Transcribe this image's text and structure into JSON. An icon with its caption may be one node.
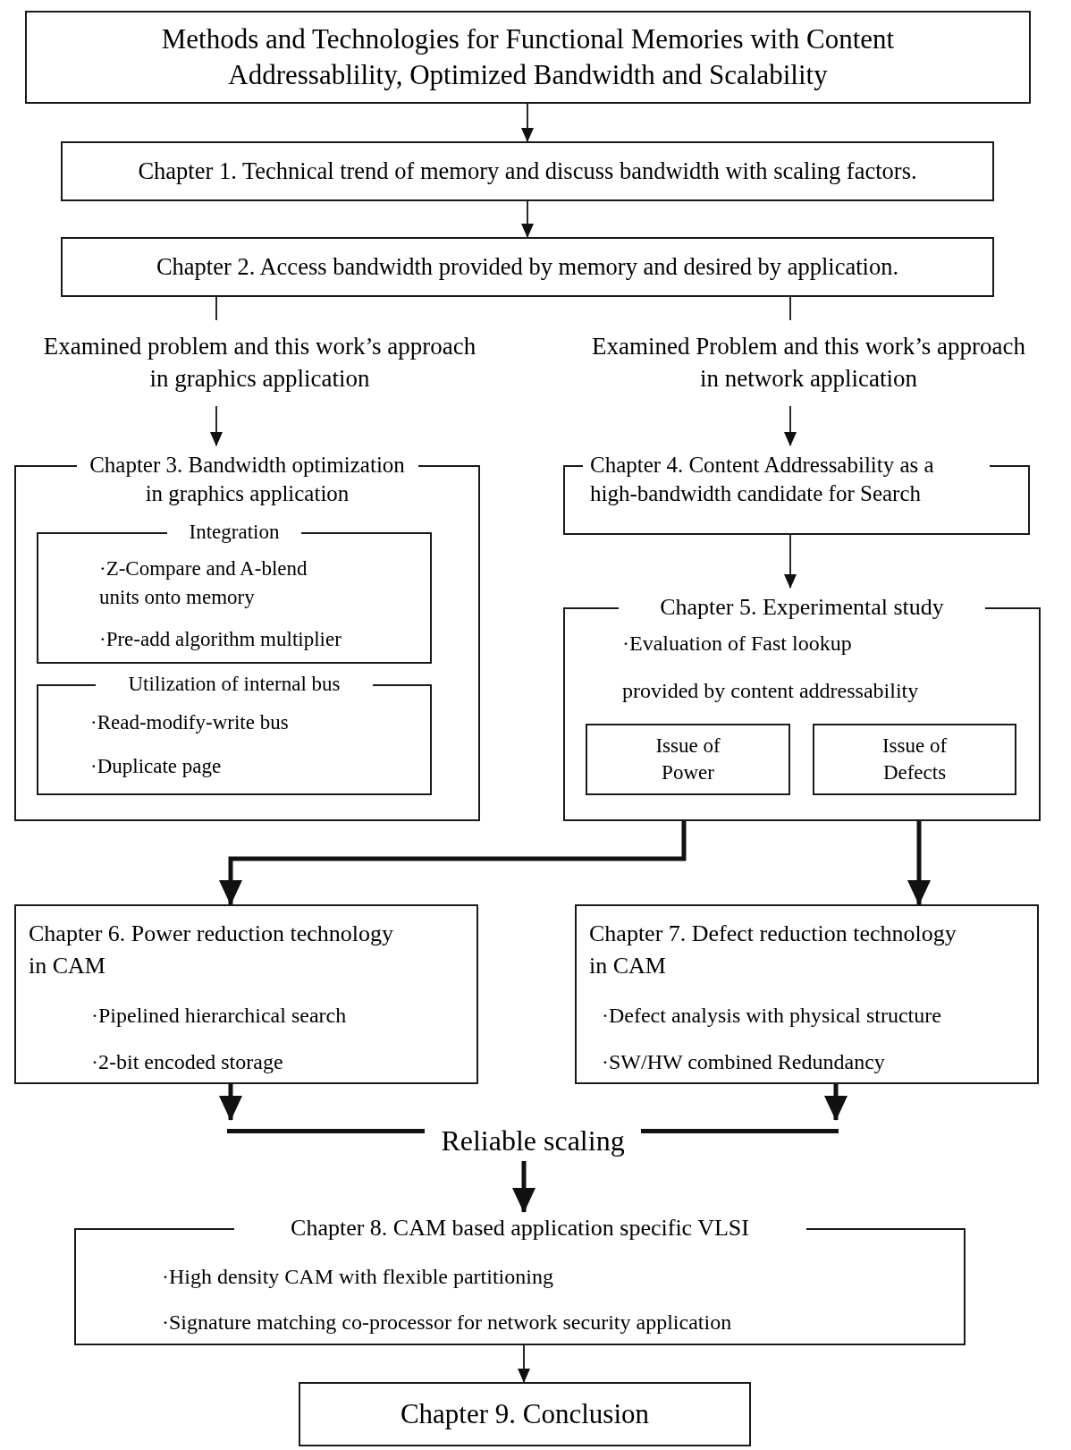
{
  "diagram": {
    "nodes": [
      {
        "text": [
          "Methods and Technologies for Functional Memories with Content Addressablility, Optimized Bandwidth and Scalability"
        ]
      },
      {
        "text": [
          "Chapter 1. Technical trend of memory and discuss bandwidth with scaling factors."
        ]
      },
      {
        "text": [
          "Chapter 2. Access bandwidth provided by memory and desired by application."
        ]
      },
      {
        "text": [
          "Examined problem and this work’s approach in graphics application"
        ]
      },
      {
        "text": [
          "Examined Problem and this work’s approach in network application"
        ]
      },
      {
        "text": [
          "Chapter 3. Bandwidth optimization in graphics application"
        ]
      },
      {
        "text": [
          "Integration",
          "·Z-Compare and A-blend units onto memory",
          "·Pre-add algorithm multiplier"
        ],
        "in": 5
      },
      {
        "text": [
          "Utilization of internal bus",
          "·Read-modify-write bus",
          "·Duplicate page"
        ],
        "in": 5
      },
      {
        "text": [
          "Chapter 4. Content Addressability as a high-bandwidth candidate for Search"
        ]
      },
      {
        "text": [
          "Chapter 5. Experimental study",
          "·Evaluation of Fast lookup provided by content addressability"
        ]
      },
      {
        "text": [
          "Issue of Power"
        ],
        "in": 9
      },
      {
        "text": [
          "Issue of Defects"
        ],
        "in": 9
      },
      {
        "text": [
          "Chapter 6. Power reduction technology in CAM",
          "·Pipelined hierarchical search",
          "·2-bit encoded storage"
        ]
      },
      {
        "text": [
          "Chapter 7. Defect reduction technology in CAM",
          "·Defect analysis with physical structure",
          "·SW/HW combined Redundancy"
        ]
      },
      {
        "text": [
          "Reliable scaling"
        ]
      },
      {
        "text": [
          "Chapter 8. CAM based application specific VLSI",
          "·High density CAM with flexible partitioning",
          "·Signature matching co-processor for network security application"
        ]
      },
      {
        "text": [
          "Chapter 9. Conclusion"
        ]
      }
    ],
    "edges": [
      {
        "from": 0,
        "to": 1,
        "arrow": "to"
      },
      {
        "from": 1,
        "to": 2,
        "arrow": "to"
      },
      {
        "from": 2,
        "to": 3,
        "arrow": "none"
      },
      {
        "from": 2,
        "to": 4,
        "arrow": "none"
      },
      {
        "from": 3,
        "to": 5,
        "arrow": "to"
      },
      {
        "from": 4,
        "to": 8,
        "arrow": "to"
      },
      {
        "from": 8,
        "to": 9,
        "arrow": "to"
      },
      {
        "from": 9,
        "to": 12,
        "arrow": "to",
        "style": "thick"
      },
      {
        "from": 9,
        "to": 13,
        "arrow": "to",
        "style": "thick"
      },
      {
        "from": 12,
        "to": 14,
        "arrow": "to",
        "style": "thick"
      },
      {
        "from": 13,
        "to": 14,
        "arrow": "to",
        "style": "thick"
      },
      {
        "from": 14,
        "to": 15,
        "arrow": "to",
        "style": "thick"
      },
      {
        "from": 15,
        "to": 16,
        "arrow": "to"
      }
    ]
  }
}
